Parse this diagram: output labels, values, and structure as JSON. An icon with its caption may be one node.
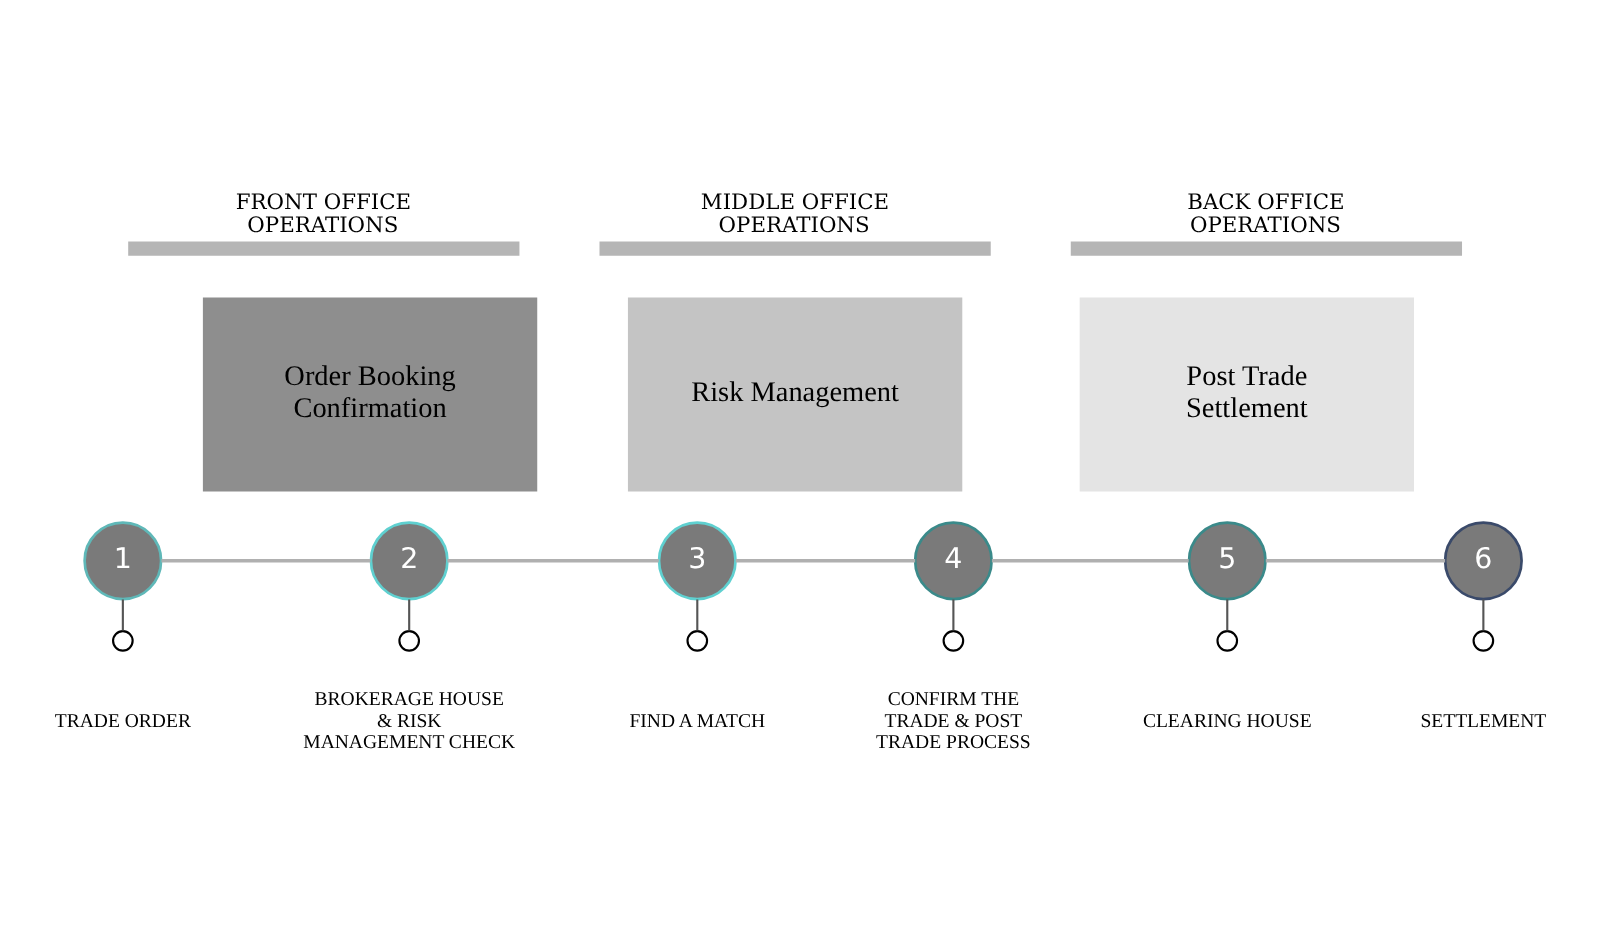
{
  "diagram": {
    "nodes": [
      {
        "text": [
          "Order Booking Confirmation"
        ]
      },
      {
        "text": [
          "Risk Management"
        ]
      },
      {
        "text": [
          "Post Trade Settlement"
        ]
      },
      {
        "text": [
          "1"
        ]
      },
      {
        "text": [
          "2"
        ]
      },
      {
        "text": [
          "3"
        ]
      },
      {
        "text": [
          "4"
        ]
      },
      {
        "text": [
          "5"
        ]
      },
      {
        "text": [
          "6"
        ]
      },
      {
        "text": [],
        "shape": "circle",
        "beside": [
          "TRADE ORDER"
        ]
      },
      {
        "text": [],
        "shape": "circle",
        "beside": [
          "BROKERAGE HOUSE & RISK MANAGEMENT CHECK"
        ]
      },
      {
        "text": [],
        "shape": "circle",
        "beside": [
          "FIND A MATCH"
        ]
      },
      {
        "text": [],
        "shape": "circle",
        "beside": [
          "CONFIRM THE TRADE & POST TRADE PROCESS"
        ]
      },
      {
        "text": [],
        "shape": "circle",
        "beside": [
          "CLEARING HOUSE"
        ]
      },
      {
        "text": [],
        "shape": "circle",
        "beside": [
          "SETTLEMENT"
        ]
      }
    ],
    "edges": [
      {
        "from": 3,
        "to": 4,
        "arrow": "none",
        "color": "#b0b0b0"
      },
      {
        "from": 4,
        "to": 5,
        "arrow": "none",
        "color": "#b0b0b0"
      },
      {
        "from": 5,
        "to": 6,
        "arrow": "none",
        "color": "#b0b0b0"
      },
      {
        "from": 6,
        "to": 7,
        "arrow": "none",
        "color": "#b0b0b0"
      },
      {
        "from": 7,
        "to": 8,
        "arrow": "none",
        "color": "#b0b0b0"
      },
      {
        "from": 3,
        "to": 9,
        "arrow": "none"
      },
      {
        "from": 4,
        "to": 10,
        "arrow": "none"
      },
      {
        "from": 5,
        "to": 11,
        "arrow": "none"
      },
      {
        "from": 6,
        "to": 12,
        "arrow": "none"
      },
      {
        "from": 7,
        "to": 13,
        "arrow": "none"
      },
      {
        "from": 8,
        "to": 14,
        "arrow": "none"
      }
    ],
    "labels": [
      "FRONT OFFICE OPERATIONS",
      "MIDDLE OFFICE OPERATIONS",
      "BACK OFFICE OPERATIONS"
    ]
  }
}
